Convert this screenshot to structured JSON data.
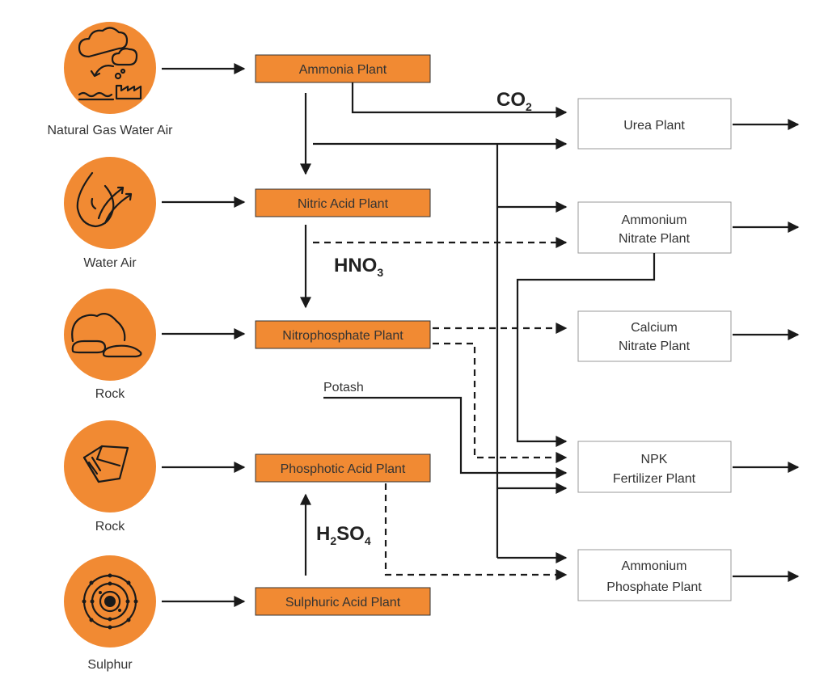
{
  "sources": [
    {
      "label": "Natural Gas Water Air",
      "icon": "gas-water-air-icon"
    },
    {
      "label": "Water Air",
      "icon": "water-air-icon"
    },
    {
      "label": "Rock",
      "icon": "rock-icon"
    },
    {
      "label": "Rock",
      "icon": "rock-block-icon"
    },
    {
      "label": "Sulphur",
      "icon": "atom-icon"
    }
  ],
  "primary_plants": [
    {
      "label": "Ammonia Plant"
    },
    {
      "label": "Nitric Acid Plant"
    },
    {
      "label": "Nitrophosphate Plant"
    },
    {
      "label": "Phosphotic Acid Plant"
    },
    {
      "label": "Sulphuric Acid Plant"
    }
  ],
  "product_plants": [
    {
      "line1": "Urea Plant",
      "line2": ""
    },
    {
      "line1": "Ammonium",
      "line2": "Nitrate Plant"
    },
    {
      "line1": "Calcium",
      "line2": "Nitrate Plant"
    },
    {
      "line1": "NPK",
      "line2": "Fertilizer Plant"
    },
    {
      "line1": "Ammonium",
      "line2": "Phosphate Plant"
    }
  ],
  "chemicals": {
    "co2": {
      "main": "CO",
      "sub": "2"
    },
    "hno3": {
      "main": "HNO",
      "sub": "3"
    },
    "h2so4": {
      "p1": "H",
      "s1": "2",
      "p2": "SO",
      "s2": "4"
    }
  },
  "potash_label": "Potash",
  "colors": {
    "accent": "#F18A33",
    "line": "#1a1a1a",
    "box_border": "#9a9a9a"
  }
}
